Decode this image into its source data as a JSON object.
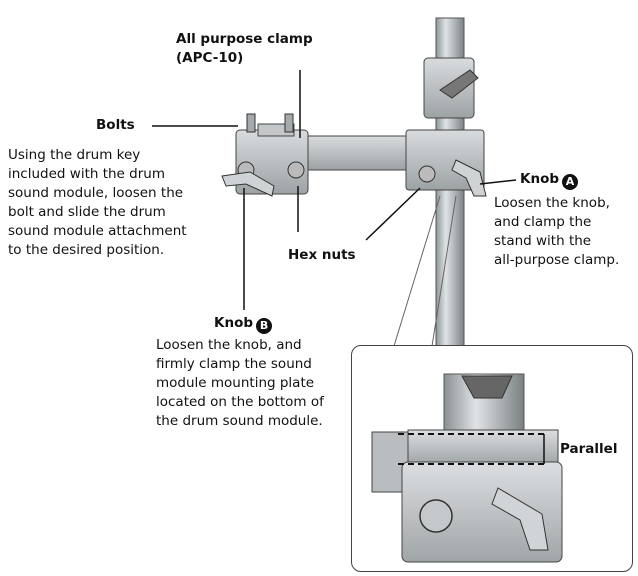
{
  "clamp": {
    "title_line1": "All purpose clamp",
    "title_line2": "(APC-10)"
  },
  "bolts": {
    "title": "Bolts",
    "desc": [
      "Using the drum key",
      "included with the drum",
      "sound module, loosen the",
      "bolt and slide the drum",
      "sound module attachment",
      "to the desired position."
    ]
  },
  "knob_a": {
    "title": "Knob",
    "badge": "A",
    "desc": [
      "Loosen the knob,",
      "and clamp the",
      "stand with the",
      "all-purpose clamp."
    ]
  },
  "hex_nuts": {
    "title": "Hex nuts"
  },
  "knob_b": {
    "title": "Knob",
    "badge": "B",
    "desc": [
      "Loosen the knob, and",
      "firmly clamp the sound",
      "module mounting plate",
      "located on the bottom of",
      "the drum sound module."
    ]
  },
  "inset": {
    "label": "Parallel"
  }
}
